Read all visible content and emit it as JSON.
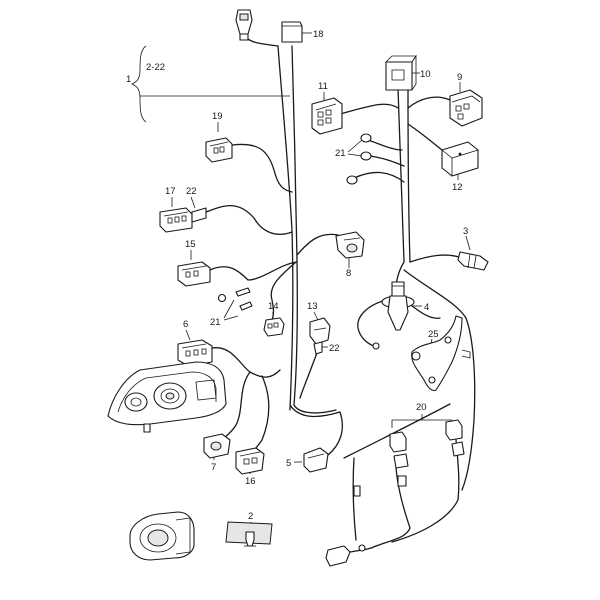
{
  "callouts": {
    "c1": "1",
    "c2_22": "2-22",
    "c2": "2",
    "c3": "3",
    "c4": "4",
    "c5": "5",
    "c6": "6",
    "c7": "7",
    "c8": "8",
    "c9": "9",
    "c10": "10",
    "c11": "11",
    "c12": "12",
    "c13": "13",
    "c14": "14",
    "c15": "15",
    "c16": "16",
    "c17": "17",
    "c18": "18",
    "c19": "19",
    "c20": "20",
    "c21a": "21",
    "c21b": "21",
    "c22a": "22",
    "c22b": "22",
    "c25": "25"
  }
}
